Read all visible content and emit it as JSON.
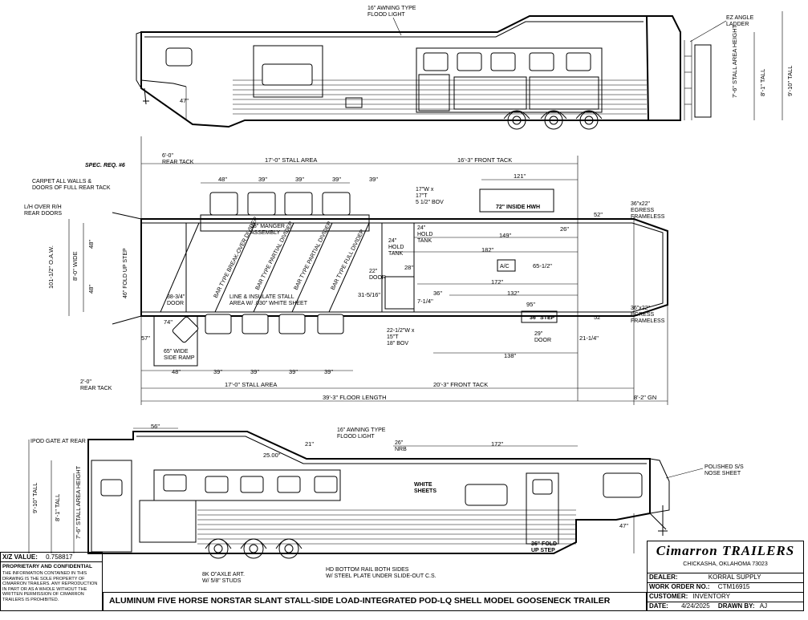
{
  "diagram": {
    "title": "ALUMINUM FIVE HORSE NORSTAR SLANT STALL-SIDE LOAD-INTEGRATED POD-LQ SHELL MODEL GOOSENECK TRAILER",
    "top_view_labels": {
      "awning_top": "16\" AWNING TYPE\nFLOOD LIGHT",
      "ez_angle_ladder": "EZ ANGLE\nLADDER",
      "stall_area_height": "7'-6\"\nSTALL AREA HEIGHT",
      "tall": "9'-10\" TALL",
      "tall2": "8'-1\" TALL",
      "dim_47": "47\""
    },
    "plan_labels": {
      "rear_tack_top": "6'-0\"\nREAR TACK",
      "spec_req": "SPEC. REQ. #6",
      "stall_area_top": "17'-0\" STALL AREA",
      "front_tack_top": "16'-3\" FRONT TACK",
      "dim_121": "121\"",
      "dim_48a": "48\"",
      "dim_39a": "39\"",
      "dim_39b": "39\"",
      "dim_39c": "39\"",
      "dim_39d": "39\"",
      "carpet": "CARPET ALL WALLS &\nDOORS OF FULL REAR TACK",
      "lh_over": "L/H OVER R/H\nREAR DOORS",
      "manger": "18\" MANGER\nASSEMBLY",
      "hold17": "17\"W x\n17\"T\n5 1/2\" BOV",
      "hwh": "72\" INSIDE HWH",
      "dim_52a": "52\"",
      "egress_top": "36\"x22\"\nEGRESS\nFRAMELESS",
      "dim_26": "26\"",
      "dim_149": "149\"",
      "dim_182": "182\"",
      "hold_tank_a": "24\"\nHOLD\nTANK",
      "hold_tank_b": "24\"\nHOLD\nTANK",
      "ac": "A/C",
      "dim_65": "65-1/2\"",
      "oaw": "101-1/2\" O.A.W.",
      "wide": "8'-0\" WIDE",
      "dim_48b": "48\"",
      "dim_48c": "48\"",
      "fold_step": "46\" FOLD UP STEP",
      "bar_breakover": "BAR TYPE\nBREAK-OVER DIVIDER",
      "bar_partial_a": "BAR TYPE\nPARTIAL DIVIDER",
      "bar_partial_b": "BAR TYPE\nPARTIAL DIVIDER",
      "bar_full": "BAR TYPE\nFULL DIVIDER",
      "door_22": "22\"\nDOOR",
      "dim_28": "28\"",
      "dim_172": "172\"",
      "dim_132": "132\"",
      "line_insulate": "LINE & INSULATE STALL\nAREA W/ .030\" WHITE SHEET",
      "door_38": "38-3/4\"\nDOOR",
      "dim_31": "31-5/16\"",
      "dim_7": "7-1/4\"",
      "dim_36": "36\"",
      "dim_95": "95\"",
      "egress_bot": "36\"x22\"\nEGRESS\nFRAMELESS",
      "dim_52b": "52\"",
      "dim_74": "74\"",
      "dim_57": "57\"",
      "side_ramp": "65\" WIDE\nSIDE RAMP",
      "hold22": "22-1/2\"W x\n15\"T\n18\" BOV",
      "step36": "36\" STEP",
      "door_29": "29\"\nDOOR",
      "dim_21": "21-1/4\"",
      "dim_138": "138\"",
      "dim_48d": "48\"",
      "dim_39e": "39\"",
      "dim_39f": "39\"",
      "dim_39g": "39\"",
      "dim_39h": "39\"",
      "rear_tack_bot": "2'-0\"\nREAR TACK",
      "stall_area_bot": "17'-0\" STALL AREA",
      "front_tack_bot": "20'-3\" FRONT TACK",
      "floor_length": "39'-3\" FLOOR LENGTH",
      "gn": "8'-2\" GN"
    },
    "side_labels": {
      "dim_56": "56\"",
      "ipod_gate": "IPOD GATE AT REAR",
      "dim_21b": "21\"",
      "awning_side": "16\" AWNING TYPE\nFLOOD LIGHT",
      "dim_25": "25.00\"",
      "nrb": "26\"\nNRB",
      "dim_172b": "172\"",
      "polished": "POLISHED S/S\nNOSE SHEET",
      "tall3": "9'-10\" TALL",
      "tall4": "8'-1\" TALL",
      "stall_h2": "7'-6\"\nSTALL AREA HEIGHT",
      "white_sheets": "WHITE\nSHEETS",
      "dim_47b": "47\"",
      "fold_step2": "36\" FOLD\nUP STEP",
      "axle": "8K O\"AXLE ART.\nW/ 5/8\" STUDS",
      "rail": "HD BOTTOM RAIL BOTH SIDES\nW/ STEEL PLATE UNDER SLIDE-OUT C.S."
    }
  },
  "title_block": {
    "xz_label": "X/Z VALUE:",
    "xz_value": "0.758817",
    "prop_heading": "PROPRIETARY AND CONFIDENTIAL",
    "prop_text": "THE INFORMATION CONTAINED IN THIS DRAWING IS THE SOLE PROPERTY OF CIMARRON TRAILERS. ANY REPRODUCTION IN PART OR AS A WHOLE WITHOUT THE WRITTEN PERMISSION OF CIMARRON TRAILERS IS PROHIBITED.",
    "logo": "Cimarron TRAILERS",
    "address": "CHICKASHA, OKLAHOMA 73023",
    "dealer_label": "DEALER:",
    "dealer_value": "KORRAL SUPPLY",
    "work_order_label": "WORK ORDER NO.:",
    "work_order_value": "CTM16915",
    "customer_label": "CUSTOMER:",
    "customer_value": "INVENTORY",
    "date_label": "DATE:",
    "date_value": "4/24/2025",
    "drawn_label": "DRAWN BY:",
    "drawn_value": "AJ"
  }
}
